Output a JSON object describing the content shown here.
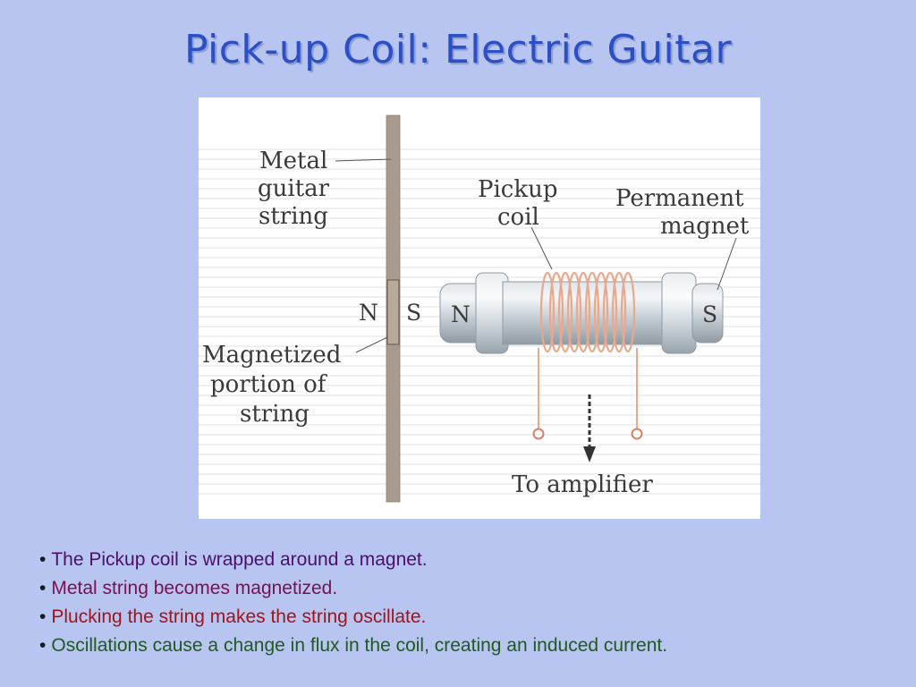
{
  "title": "Pick-up Coil: Electric Guitar",
  "figure": {
    "labels": {
      "metal_string": [
        "Metal",
        "guitar",
        "string"
      ],
      "pickup_coil": [
        "Pickup",
        "coil"
      ],
      "permanent_magnet": [
        "Permanent",
        "magnet"
      ],
      "magnetized_portion": [
        "Magnetized",
        "portion of",
        "string"
      ],
      "string_pole_n": "N",
      "string_pole_s": "S",
      "magnet_pole_n": "N",
      "magnet_pole_s": "S",
      "to_amplifier": "To amplifier"
    }
  },
  "bullets": [
    {
      "text": "The Pickup coil is wrapped around a magnet.",
      "color": "#4b0f6b"
    },
    {
      "text": "Metal string becomes magnetized.",
      "color": "#7a1050"
    },
    {
      "text": "Plucking the string makes the string oscillate.",
      "color": "#a0141b"
    },
    {
      "text": "Oscillations cause a change in flux in the coil, creating an induced current.",
      "color": "#1f5a1f"
    }
  ],
  "colors": {
    "background": "#b7c5f0",
    "title": "#2d4fc4",
    "string": "#a89a8c",
    "coil": "#e8a88c",
    "magnet": "#c3ccd3"
  }
}
